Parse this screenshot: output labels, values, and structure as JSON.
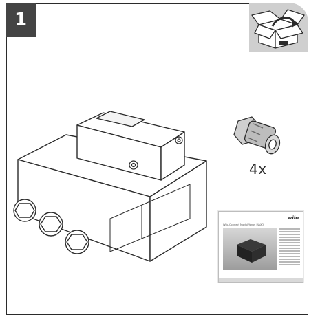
{
  "step": {
    "number": "1"
  },
  "parts": {
    "cable_gland_quantity": "4x"
  },
  "manual": {
    "brand": "wilo",
    "title": "Wilo-Connect Modul Yonos MAXO"
  }
}
